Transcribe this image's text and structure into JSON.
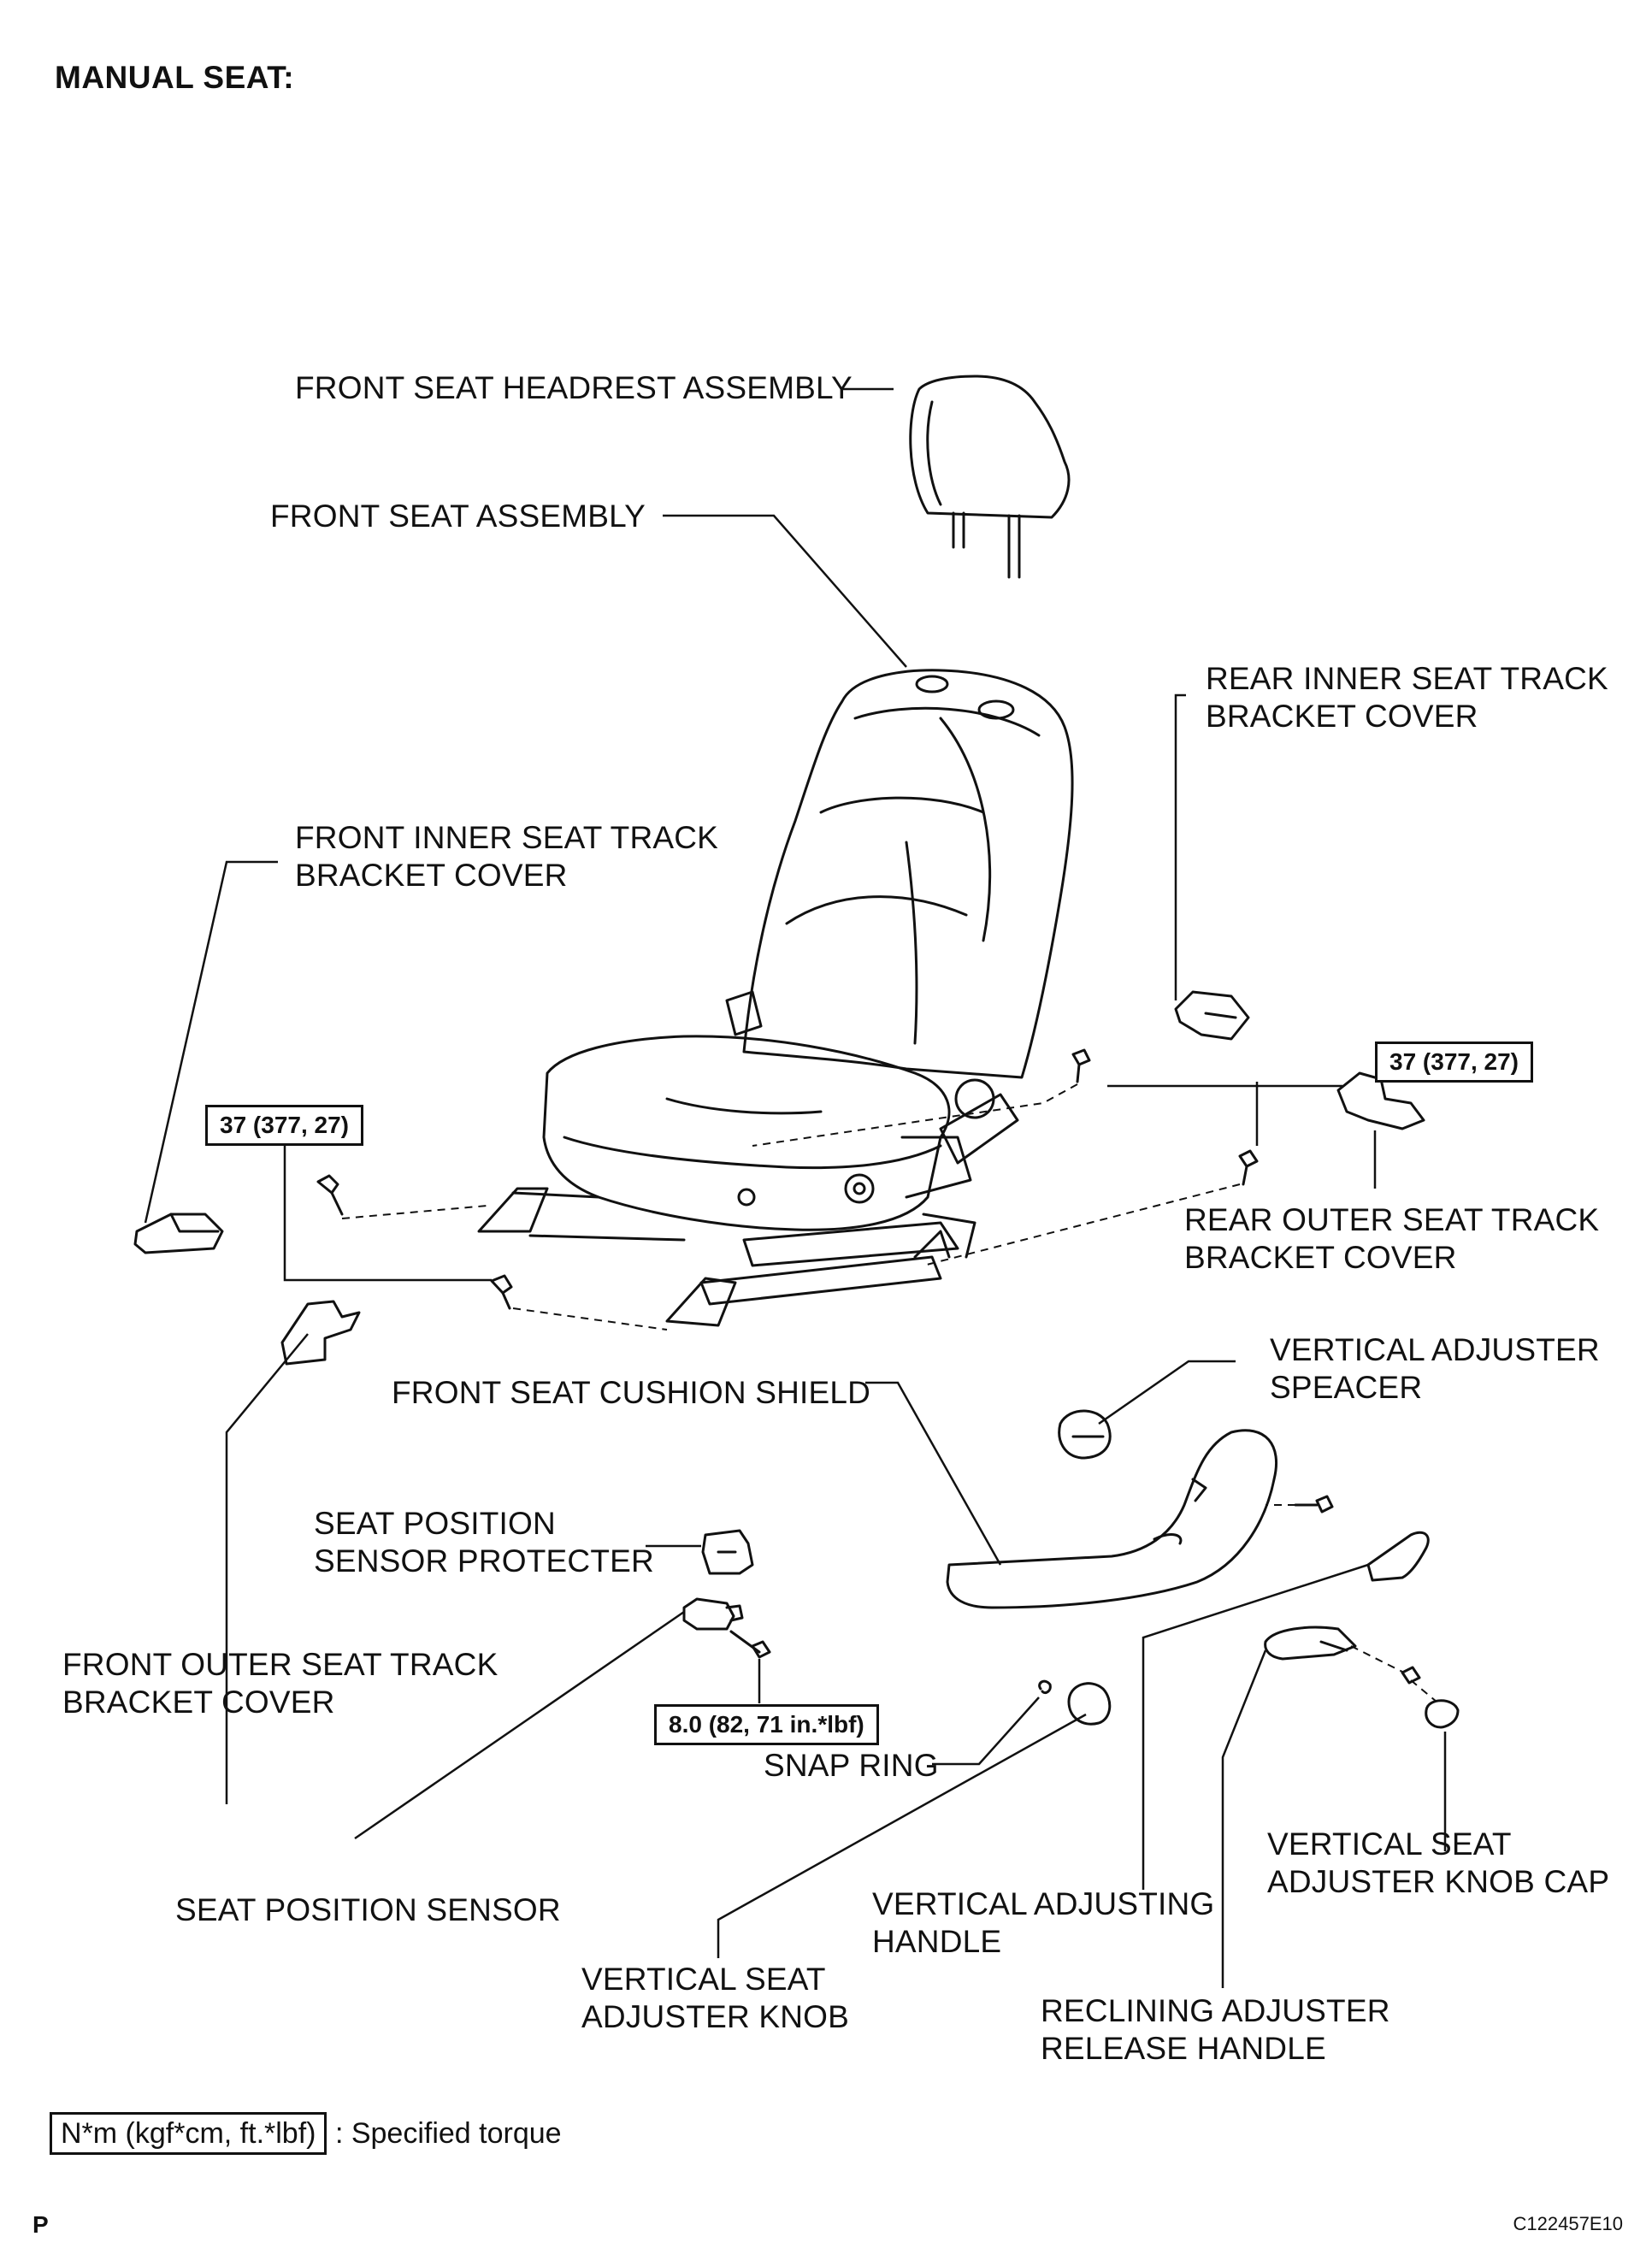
{
  "title": "MANUAL SEAT:",
  "labels": {
    "headrest": "FRONT SEAT HEADREST ASSEMBLY",
    "seat_assembly": "FRONT SEAT ASSEMBLY",
    "rear_inner_cover": [
      "REAR INNER SEAT TRACK",
      "BRACKET COVER"
    ],
    "front_inner_cover": [
      "FRONT INNER SEAT TRACK",
      "BRACKET COVER"
    ],
    "rear_outer_cover": [
      "REAR OUTER SEAT TRACK",
      "BRACKET COVER"
    ],
    "vertical_adjuster_spacer": [
      "VERTICAL ADJUSTER",
      "SPEACER"
    ],
    "cushion_shield": "FRONT SEAT CUSHION SHIELD",
    "sensor_protecter": [
      "SEAT POSITION",
      "SENSOR PROTECTER"
    ],
    "front_outer_cover": [
      "FRONT OUTER SEAT TRACK",
      "BRACKET COVER"
    ],
    "snap_ring": "SNAP RING",
    "knob_cap": [
      "VERTICAL SEAT",
      "ADJUSTER KNOB CAP"
    ],
    "seat_position_sensor": "SEAT POSITION SENSOR",
    "vertical_adjusting_handle": [
      "VERTICAL ADJUSTING",
      "HANDLE"
    ],
    "adjuster_knob": [
      "VERTICAL SEAT",
      "ADJUSTER KNOB"
    ],
    "reclining_handle": [
      "RECLINING ADJUSTER",
      "RELEASE HANDLE"
    ]
  },
  "torques": {
    "left": "37 (377, 27)",
    "right": "37 (377, 27)",
    "sensor": "8.0 (82, 71 in.*lbf)"
  },
  "legend": {
    "box": "N*m (kgf*cm, ft.*lbf)",
    "text": ": Specified torque"
  },
  "footer": {
    "left": "P",
    "right": "C122457E10"
  }
}
